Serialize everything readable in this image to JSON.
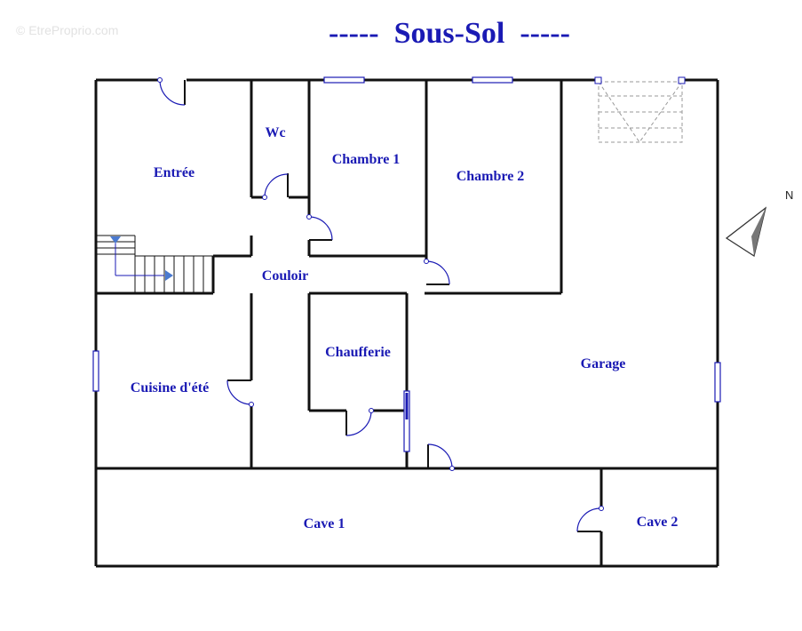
{
  "watermark": "© EtreProprio.com",
  "title": "-----  Sous-Sol  -----",
  "north_label": "N",
  "colors": {
    "text": "#1a1ab4",
    "walls": "#111111"
  },
  "rooms": {
    "entree": "Entrée",
    "wc": "Wc",
    "chambre1": "Chambre 1",
    "chambre2": "Chambre 2",
    "couloir": "Couloir",
    "cuisine": "Cuisine d'été",
    "chaufferie": "Chaufferie",
    "garage": "Garage",
    "cave1": "Cave 1",
    "cave2": "Cave 2"
  }
}
